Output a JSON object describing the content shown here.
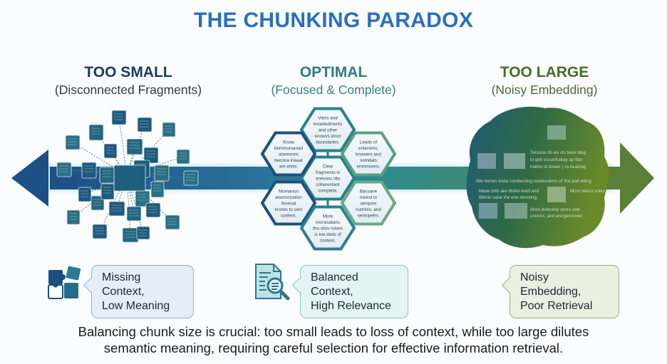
{
  "title": "THE CHUNKING PARADOX",
  "columns": {
    "too_small": {
      "heading": "TOO SMALL",
      "subheading": "(Disconnected Fragments)",
      "callout": [
        "Missing Context,",
        "Low Meaning"
      ],
      "icon": "puzzle-pieces-icon",
      "accent": "#1c3a66"
    },
    "optimal": {
      "heading": "OPTIMAL",
      "subheading": "(Focused & Complete)",
      "callout": [
        "Balanced Context,",
        "High Relevance"
      ],
      "icon": "document-search-icon",
      "accent": "#2c7d85",
      "hexagons": [
        {
          "position": "center",
          "lines": [
            "Clear",
            "fragments in",
            "anevoxc dta",
            "coherentant",
            "completa."
          ]
        },
        {
          "position": "top",
          "lines": [
            "Viexs and",
            "knowledments",
            "and other",
            "knowvs etxot",
            "boundaries."
          ]
        },
        {
          "position": "top-left",
          "lines": [
            "Know",
            "bommunaulad",
            "ataremms",
            "becona inaaat",
            "am erets."
          ]
        },
        {
          "position": "top-right",
          "lines": [
            "Leads of",
            "enterems,",
            "knowers and",
            "somdats",
            "enmmoens."
          ]
        },
        {
          "position": "bottom-left",
          "lines": [
            "Momanon",
            "anezonzation",
            "fenesat",
            "knows to sest",
            "context."
          ]
        },
        {
          "position": "bottom-right",
          "lines": [
            "Bassane",
            "meind to",
            "aerquire",
            "numinis, and",
            "seniopehs."
          ]
        },
        {
          "position": "bottom",
          "lines": [
            "More",
            "inoroisatans",
            "tha sliov roises",
            "is toe deds of",
            "context."
          ]
        }
      ]
    },
    "too_large": {
      "heading": "TOO LARGE",
      "subheading": "(Noisy Embedding)",
      "callout": [
        "Noisy Embedding,",
        "Poor Retrieval"
      ],
      "accent": "#476d2a",
      "blob_text": [
        "Tersscw ds ies vts twee blog",
        "to gett socunfrabay ap ffan",
        "hddon or tlower ) ss kealistig",
        "We nenes insta condecting oustesaims of the pail eliing",
        "Mane dnts are dlstke exlct and",
        "Bthnin satar the ene strenting.",
        "More blacor soles",
        "More dolectsty cenre and",
        "onctors, and arergemoned"
      ]
    }
  },
  "footer": [
    "Balancing chunk size is crucial: too small leads to loss of context, while too large dilutes",
    "semantic meaning, requiring careful selection for effective information retrieval."
  ],
  "colors": {
    "title": "#2a6fc0",
    "arrow_left": "#1d4f84",
    "arrow_mid": "#2a8a96",
    "arrow_right": "#5a7f38"
  }
}
